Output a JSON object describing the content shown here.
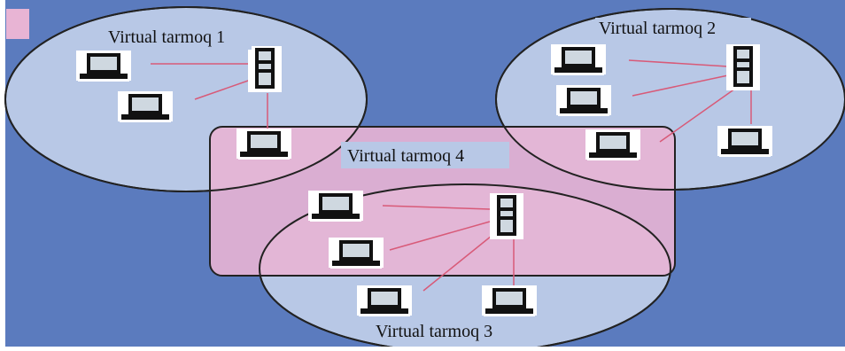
{
  "diagram": {
    "colors": {
      "background": "#5B7BBE",
      "vlan_fill": "#B8C8E6",
      "vlan4_fill": "#E8B4D4",
      "outline": "#222222",
      "link": "#D85A78",
      "corner_marker": "#E8B4D4"
    },
    "labels": {
      "vlan1": "Virtual tarmoq 1",
      "vlan2": "Virtual tarmoq 2",
      "vlan3": "Virtual tarmoq 3",
      "vlan4": "Virtual tarmoq 4"
    },
    "icons": {
      "workstation": "computer-monitor-icon",
      "switch": "switch-tower-icon"
    }
  }
}
